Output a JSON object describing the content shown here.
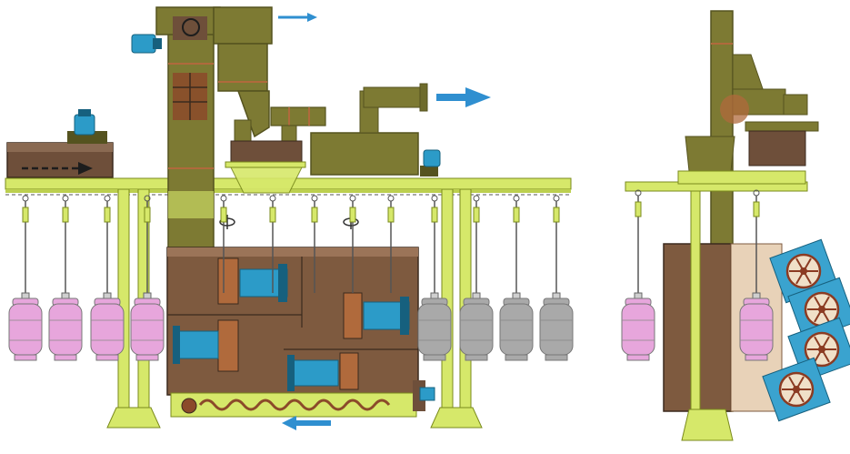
{
  "diagram": {
    "description_labels": [],
    "colors": {
      "frame": "#d6e86a",
      "frame_dark": "#7a8a1c",
      "machine": "#7d7a33",
      "machine_dark": "#55531f",
      "housing": "#7e5a3f",
      "housing_light": "#9b7458",
      "hopper": "#6e4f3a",
      "motor": "#2c9bc8",
      "motor_dark": "#16607e",
      "copper": "#b06a3c",
      "cylinder_raw": "#e7a6dc",
      "cylinder_clean": "#a9a9a9",
      "flow_arrow": "#2f8fd0",
      "screw": "#8b4a2a",
      "wheel_panel": "#3aa3cf",
      "wheel": "#8b3b22",
      "blast_fan": "#e8d2b8"
    },
    "icons": {
      "air_outlet_arrow": "arrow-right-icon",
      "exhaust_arrow": "arrow-right-icon",
      "input_arrow": "dashed-arrow-right-icon",
      "return_arrow": "arrow-left-icon",
      "rotation": "rotation-icon"
    },
    "front_view": {
      "hooks_left_count": 4,
      "cylinders_raw_count": 4,
      "cylinders_clean_count": 4,
      "chamber_motors_count": 4
    },
    "side_view": {
      "blast_wheels_count": 4,
      "cylinders_count": 2
    }
  }
}
